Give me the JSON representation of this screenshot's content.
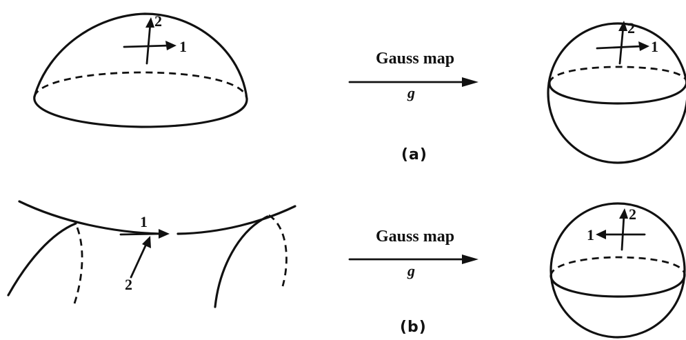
{
  "panels": [
    {
      "tag": "(a)",
      "map_label": "Gauss map",
      "map_symbol": "g",
      "surface_axes": {
        "first": "1",
        "second": "2"
      },
      "sphere_axes": {
        "first": "1",
        "second": "2"
      }
    },
    {
      "tag": "(b)",
      "map_label": "Gauss map",
      "map_symbol": "g",
      "surface_axes": {
        "first": "1",
        "second": "2"
      },
      "sphere_axes": {
        "first": "1",
        "second": "2"
      }
    }
  ]
}
